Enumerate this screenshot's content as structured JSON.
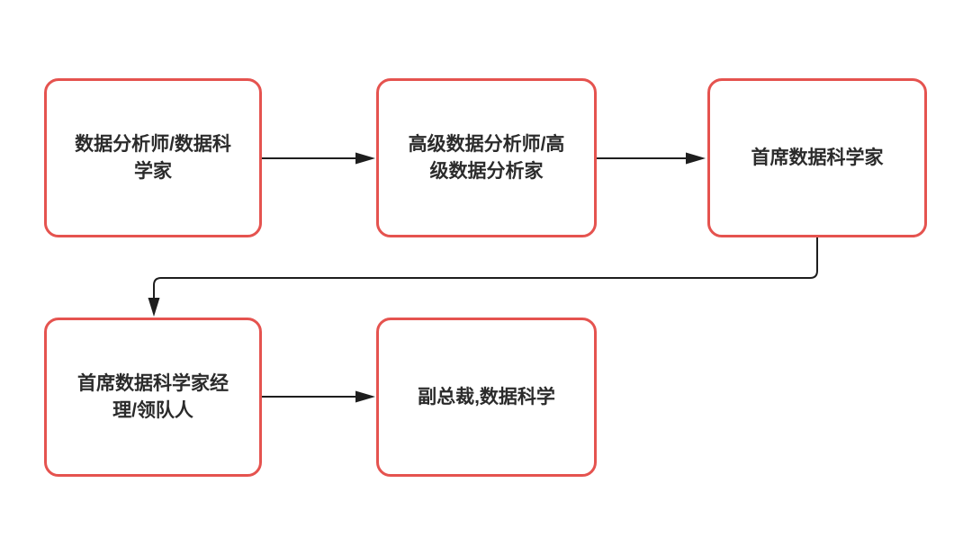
{
  "page": {
    "background": "#ffffff"
  },
  "colors": {
    "node_border": "#E5534F",
    "node_fill": "#ffffff",
    "arrow": "#1e1e1e",
    "text": "#2b2b2b"
  },
  "diagram": {
    "type": "flowchart",
    "nodes": [
      {
        "id": "node-1",
        "label": "数据分析师/数据科学家"
      },
      {
        "id": "node-2",
        "label": "高级数据分析师/高级数据分析家"
      },
      {
        "id": "node-3",
        "label": "首席数据科学家"
      },
      {
        "id": "node-4",
        "label": "首席数据科学家经理/领队人"
      },
      {
        "id": "node-5",
        "label": "副总裁,数据科学"
      }
    ],
    "edges": [
      {
        "from": "node-1",
        "to": "node-2",
        "style": "straight-arrow-right"
      },
      {
        "from": "node-2",
        "to": "node-3",
        "style": "straight-arrow-right"
      },
      {
        "from": "node-3",
        "to": "node-4",
        "style": "elbow-arrow-down-left-down"
      },
      {
        "from": "node-4",
        "to": "node-5",
        "style": "straight-arrow-right"
      }
    ]
  }
}
